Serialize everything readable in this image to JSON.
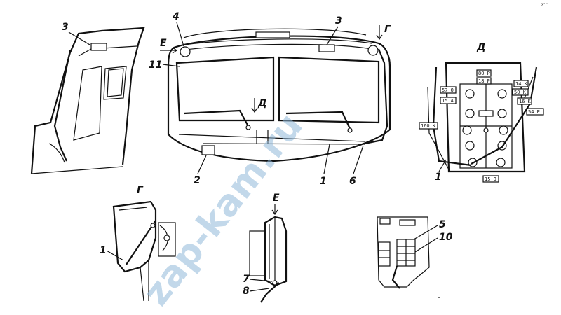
{
  "labels": {
    "cab_side": {
      "n3": "3"
    },
    "windshield": {
      "n4": "4",
      "n3": "3",
      "n11": "11",
      "n2": "2",
      "n1": "1",
      "n6": "6",
      "view_e": "Е",
      "view_g": "Г",
      "view_d": "Д"
    },
    "view_d_panel": {
      "title": "Д",
      "n1": "1",
      "boxes": [
        "80 Р",
        "18 Р",
        "14 К",
        "57 О",
        "50 К",
        "15 А",
        "16 К",
        "54 Е",
        "160 К",
        "15 О"
      ]
    },
    "view_g_detail": {
      "title": "Г",
      "n1": "1"
    },
    "view_e_detail": {
      "title": "Е",
      "n7": "7",
      "n8": "8"
    },
    "fuse_detail": {
      "n5": "5",
      "n10": "10"
    }
  },
  "watermark": "zap-kam.ru",
  "corner_mark": "x°°°"
}
